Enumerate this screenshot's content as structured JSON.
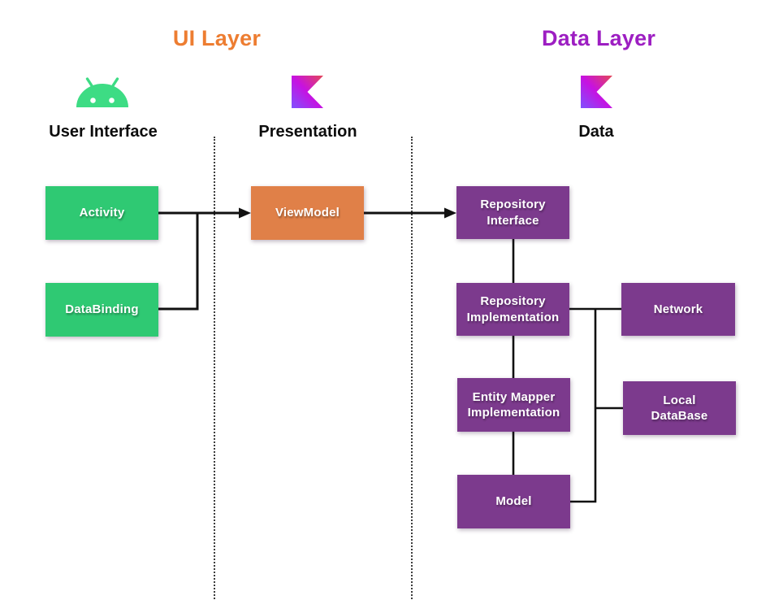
{
  "headers": {
    "ui_layer": "UI Layer",
    "data_layer": "Data Layer"
  },
  "columns": [
    {
      "label": "User Interface",
      "icon": "android-icon"
    },
    {
      "label": "Presentation",
      "icon": "kotlin-icon"
    },
    {
      "label": "Data",
      "icon": "kotlin-icon"
    }
  ],
  "nodes": {
    "activity": "Activity",
    "databinding": "DataBinding",
    "viewmodel": "ViewModel",
    "repository_interface": "Repository\nInterface",
    "repository_implementation": "Repository\nImplementation",
    "network": "Network",
    "entity_mapper_implementation": "Entity Mapper\nImplementation",
    "local_database": "Local\nDataBase",
    "model": "Model"
  },
  "colors": {
    "ui_header": "#ED7D31",
    "data_header": "#9D1EC2",
    "green_node": "#2FC973",
    "orange_node": "#E08048",
    "purple_node": "#7C3A8D",
    "android_green": "#3DDC84",
    "kotlin_top": "#E44857",
    "kotlin_mid": "#C711E1",
    "kotlin_bottom": "#7F52FF",
    "connector": "#111111"
  }
}
